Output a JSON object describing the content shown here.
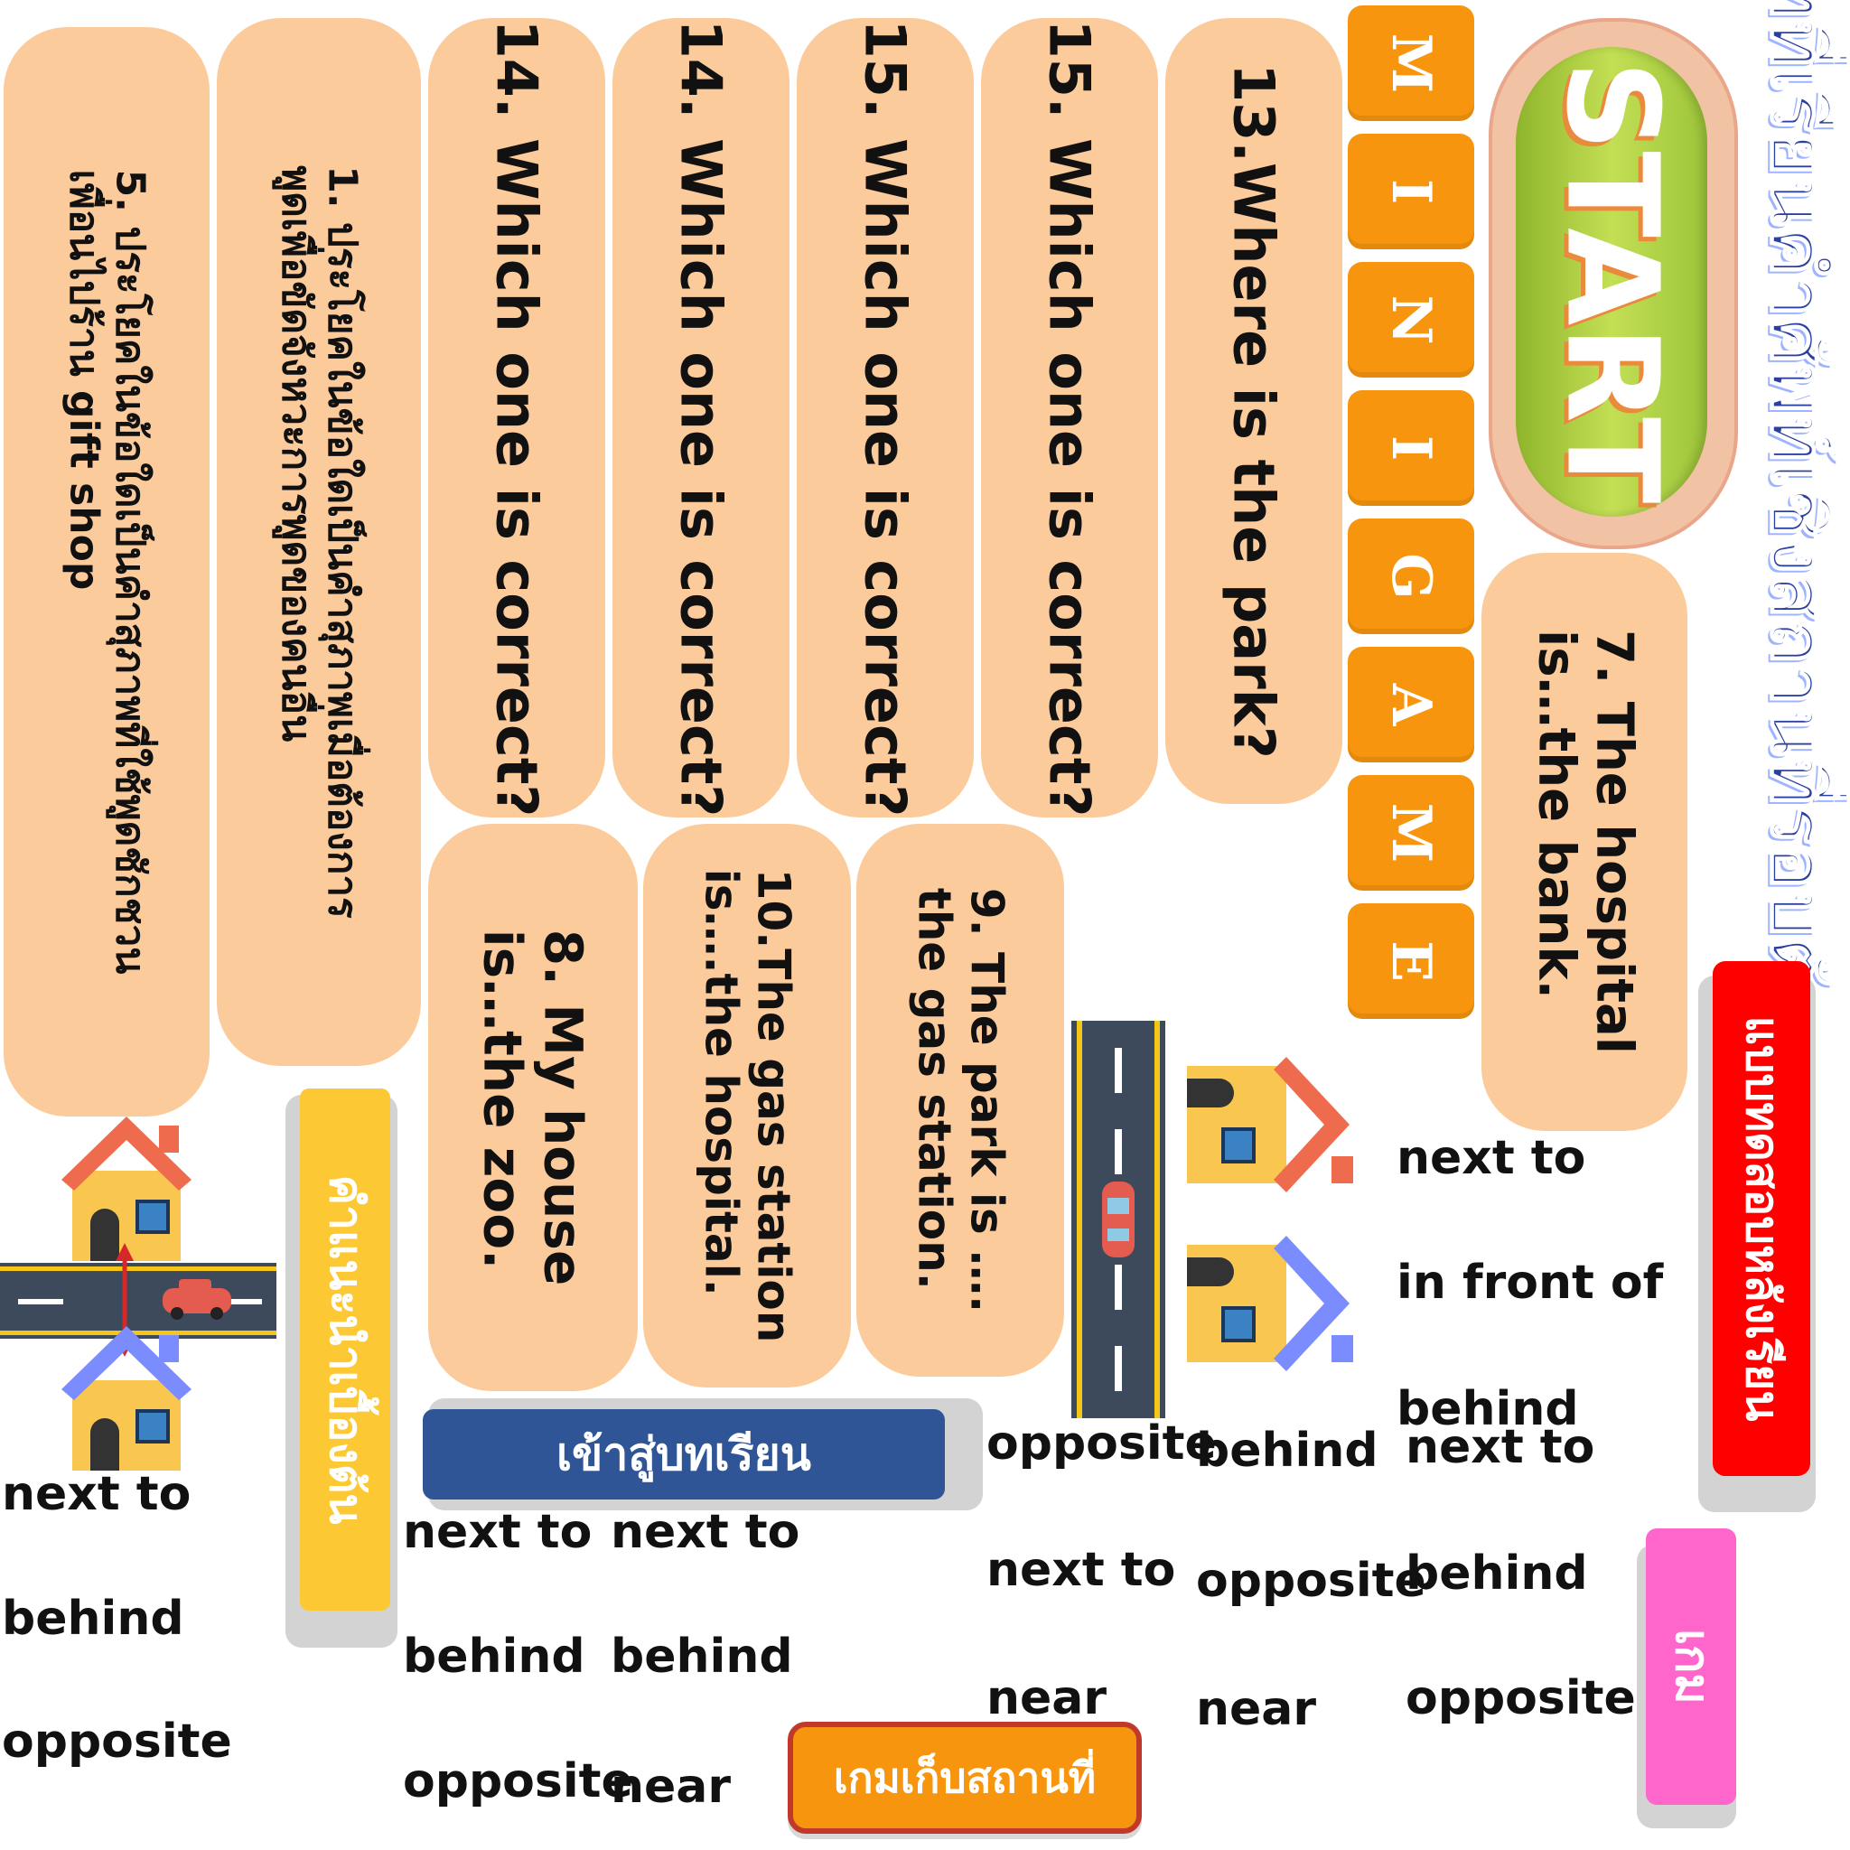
{
  "title_vertical": "บทที่เรียนคำศัพท์เชิงสถานที่รอบตัว",
  "start_button": "START",
  "minigame_letters": [
    "M",
    "I",
    "N",
    "I",
    "G",
    "A",
    "M",
    "E"
  ],
  "question_cards": {
    "q13_where_park": "13.Where is the park?",
    "q15_a": "15. Which one is correct?",
    "q15_b": "15. Which one is correct?",
    "q14_a": "14. Which one is correct?",
    "q14_b": "14. Which one is correct?",
    "q1_line1": "1.  ประโยคในข้อใดเป็นคำสุภาพเมื่อต้องการ",
    "q1_line2": "พูดเพื่อขัดจังหวะการพูดของคนอื่น",
    "q5_line1": "5. ประโยคในข้อใดเป็นคำสุภาพที่ใช้พูดชักชวน",
    "q5_line2": "เพื่อนไปร้าน gift shop",
    "q7_line1": "7. The hospital",
    "q7_line2": "is…the bank.",
    "q8_line1": "8. My house",
    "q8_line2": "is…the zoo.",
    "q10_line1": "10.The gas station",
    "q10_line2": "is….the hospital.",
    "q9_line1": "9. The park is ….",
    "q9_line2": "the gas station."
  },
  "side_buttons": {
    "pretest": "แบบทดสอบหลังเรียน",
    "game": "เกม",
    "intro": "คำแนะนำเบื้องต้น",
    "enter_lesson": "เข้าสู่บทเรียน",
    "collect_game": "เกมเก็บสถานที่"
  },
  "answer_options": {
    "q7": [
      "next to",
      "in front of",
      "behind"
    ],
    "col_left": [
      "next to",
      "behind",
      "opposite"
    ],
    "col_q8": [
      "next to",
      "behind",
      "opposite"
    ],
    "col_q10": [
      "next to",
      "behind",
      "near"
    ],
    "col_q9": [
      "opposite",
      "next to",
      "near"
    ],
    "col_q9b": [
      "behind",
      "opposite",
      "near"
    ],
    "col_q7b": [
      "next to",
      "behind",
      "opposite"
    ]
  },
  "colors": {
    "card": "#fccb9c",
    "tile_orange": "#f7960e",
    "start_green": "#9cc43a",
    "red_button": "#ff0000",
    "pink_button": "#ff66cc",
    "blue_button": "#2f5597",
    "yellow_button": "#fcc934",
    "title_blue": "#1f3a8a"
  },
  "icons": [
    "house-icon",
    "road-icon",
    "car-icon",
    "double-arrow-icon"
  ]
}
